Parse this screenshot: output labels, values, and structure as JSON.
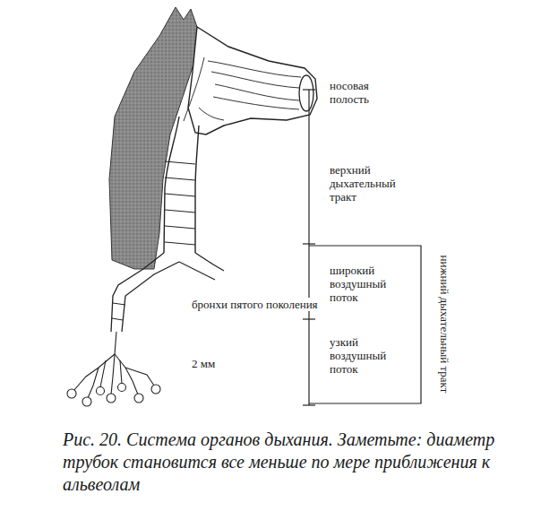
{
  "diagram": {
    "caption": "Рис. 20. Система органов дыхания. Заметьте: диаметр трубок становится все меньше по мере приближения к альвеолам",
    "labels": [
      "носовая полость",
      "верхний дыхательный тракт",
      "широкий воздушный поток",
      "узкий воздушный поток",
      "нижний дыхательный тракт",
      "бронхи пятого поколения",
      "2 мм"
    ]
  }
}
